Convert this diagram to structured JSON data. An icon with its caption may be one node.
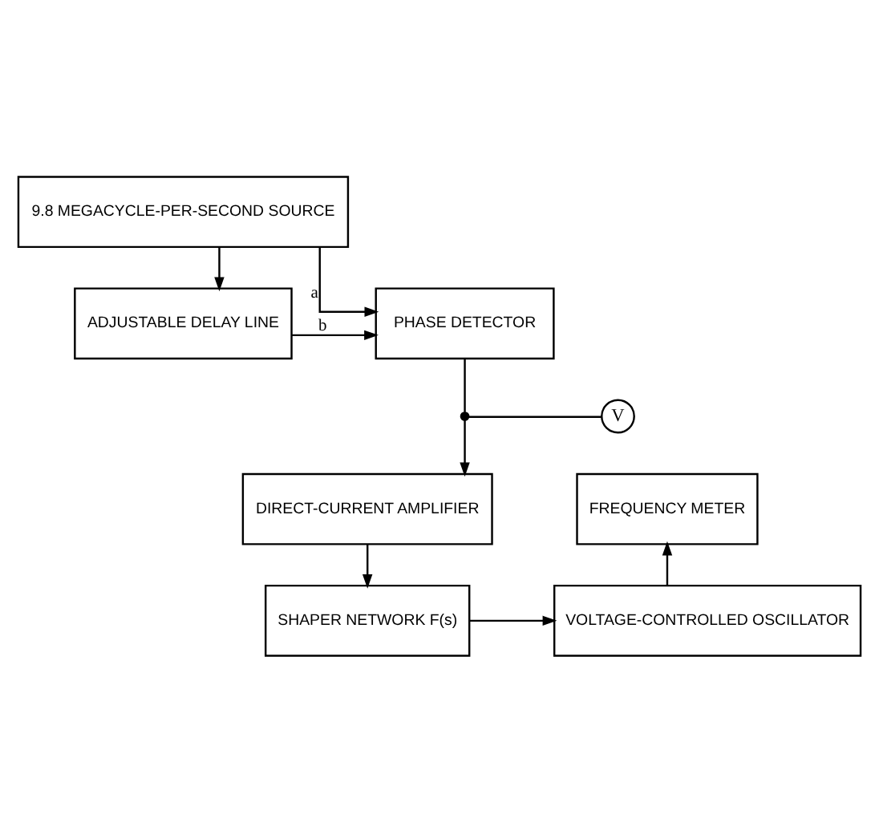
{
  "diagram": {
    "nodes": [
      {
        "text": [
          "9.8 MEGACYCLE-PER-SECOND SOURCE"
        ]
      },
      {
        "text": [
          "PHASE DETECTOR"
        ]
      },
      {
        "text": [
          "ADJUSTABLE DELAY LINE"
        ]
      },
      {
        "text": [],
        "shape": "circle"
      },
      {
        "text": [
          "V"
        ]
      },
      {
        "text": [
          "DIRECT-CURRENT AMPLIFIER"
        ]
      },
      {
        "text": [
          "FREQUENCY METER"
        ]
      },
      {
        "text": [
          "SHAPER NETWORK F(s)"
        ]
      },
      {
        "text": [
          "VOLTAGE-CONTROLLED OSCILLATOR"
        ]
      }
    ],
    "edges": [
      {
        "from": 0,
        "to": 1,
        "arrow": "to",
        "label": "a"
      },
      {
        "from": 0,
        "to": 2,
        "arrow": "to"
      },
      {
        "from": 2,
        "to": 1,
        "arrow": "to",
        "label": "b"
      },
      {
        "from": 1,
        "to": 3,
        "arrow": "none"
      },
      {
        "from": 3,
        "to": 4,
        "arrow": "none"
      },
      {
        "from": 3,
        "to": 5,
        "arrow": "to"
      },
      {
        "from": 5,
        "to": 7,
        "arrow": "to"
      },
      {
        "from": 7,
        "to": 8,
        "arrow": "to"
      },
      {
        "from": 8,
        "to": 6,
        "arrow": "to"
      }
    ]
  }
}
